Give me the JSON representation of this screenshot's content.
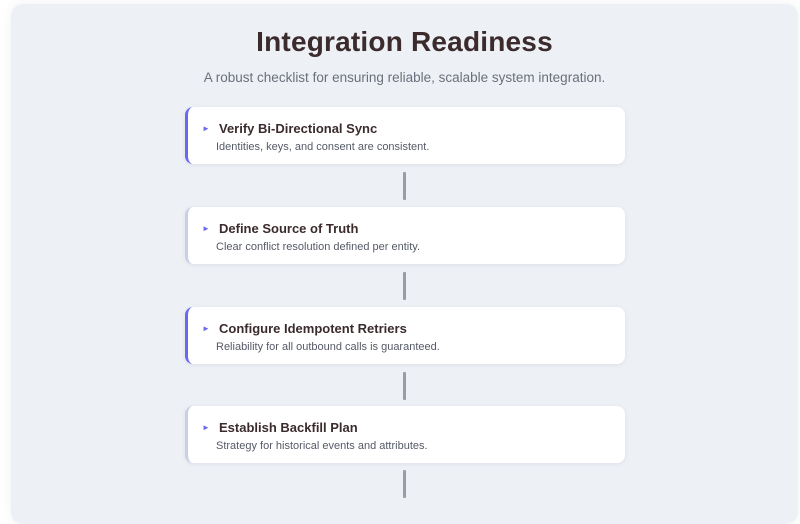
{
  "header": {
    "title": "Integration Readiness",
    "subtitle": "A robust checklist for ensuring reliable, scalable system integration."
  },
  "steps": [
    {
      "title": "Verify Bi-Directional Sync",
      "description": "Identities, keys, and consent are consistent.",
      "accent": true,
      "icon": "triangle-right-icon"
    },
    {
      "title": "Define Source of Truth",
      "description": "Clear conflict resolution defined per entity.",
      "accent": false,
      "icon": "triangle-right-icon"
    },
    {
      "title": "Configure Idempotent Retriers",
      "description": "Reliability for all outbound calls is guaranteed.",
      "accent": true,
      "icon": "triangle-right-icon"
    },
    {
      "title": "Establish Backfill Plan",
      "description": "Strategy for historical events and attributes.",
      "accent": false,
      "icon": "triangle-right-icon"
    }
  ],
  "icons": {
    "step_marker": "►"
  },
  "colors": {
    "background": "#edf0f5",
    "accent": "#6a68ee",
    "muted_border": "#c9d0e6",
    "title": "#3b2b2c",
    "connector": "#9a9ca4"
  }
}
